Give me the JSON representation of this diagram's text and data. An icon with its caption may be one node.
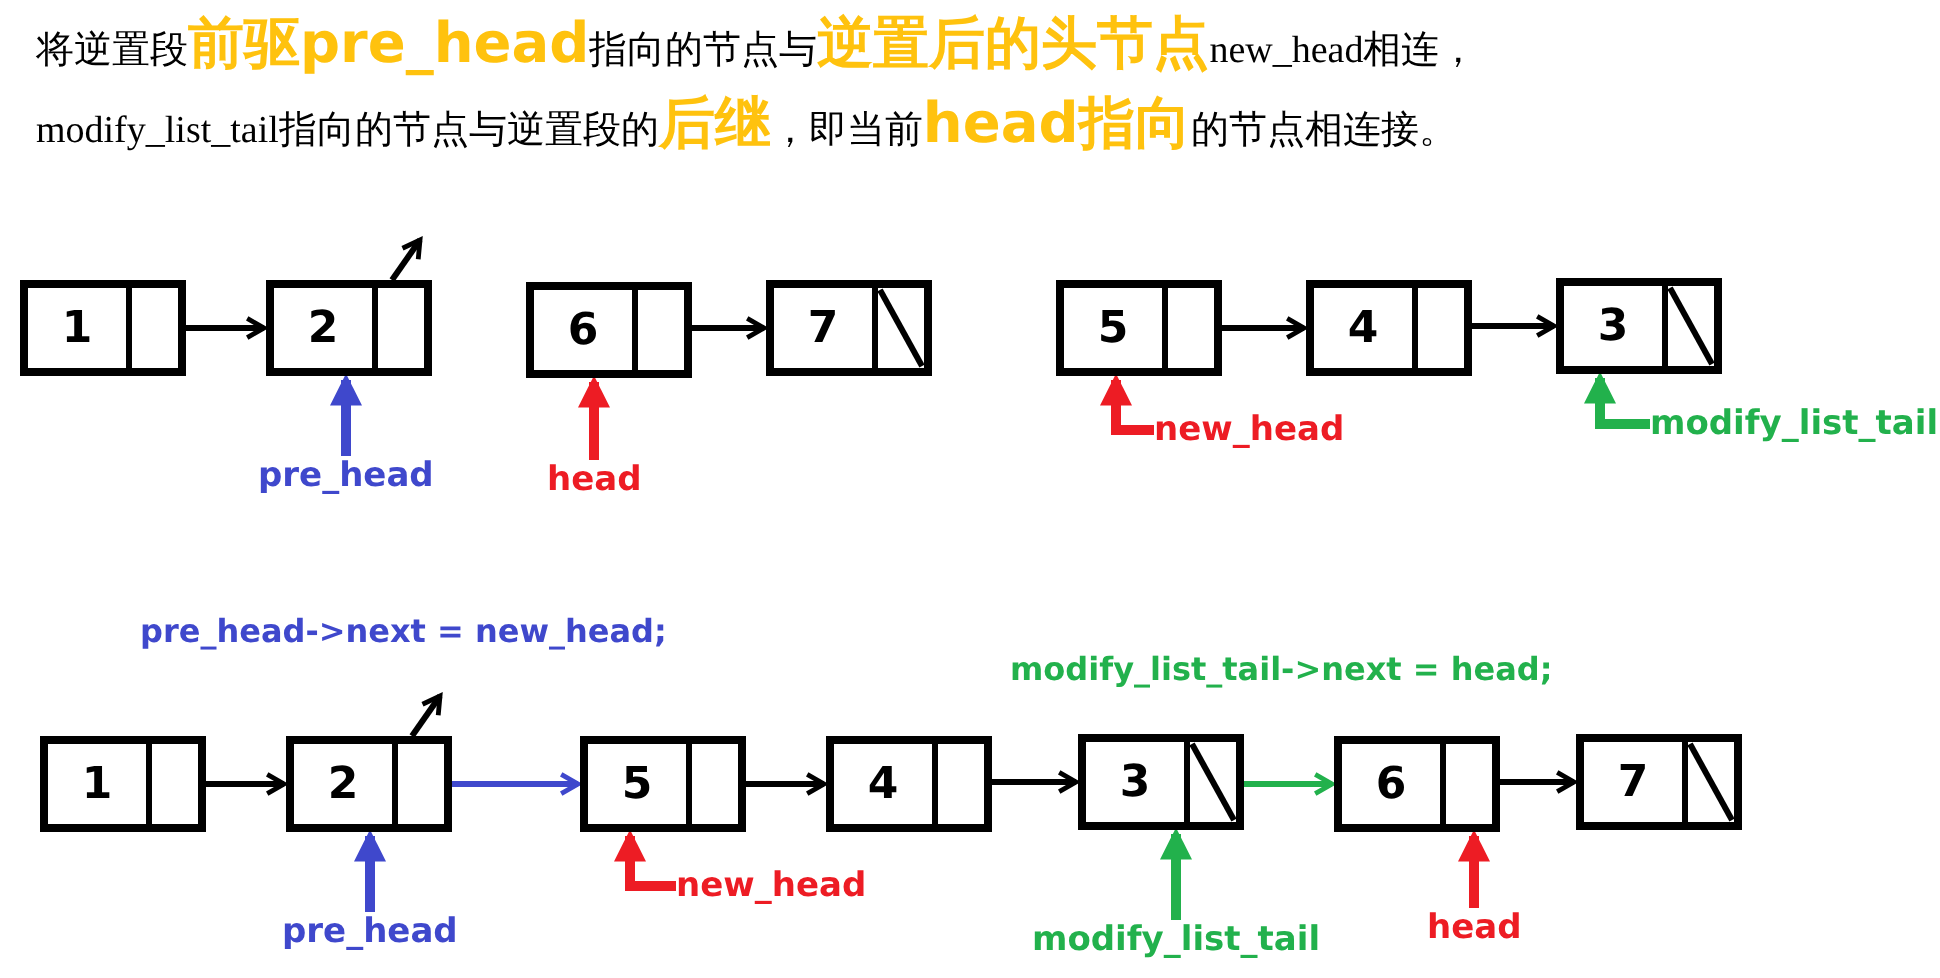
{
  "diagram": {
    "title": "将逆置段**前驱pre_head**指向的节点与**逆置后的头节点**new_head相连，modify_list_tail指向的节点与逆置段的**后继**，即当前**head指向**的节点相连接。",
    "nodes": [
      {
        "text": [
          "1"
        ]
      },
      {
        "text": [
          "2"
        ]
      },
      {
        "text": [
          "6"
        ]
      },
      {
        "text": [
          "7"
        ]
      },
      {
        "text": [
          "5"
        ]
      },
      {
        "text": [
          "4"
        ]
      },
      {
        "text": [
          "3"
        ]
      },
      {
        "text": [
          "pre_head"
        ]
      },
      {
        "text": [
          "head"
        ]
      },
      {
        "text": [
          "new_head"
        ]
      },
      {
        "text": [
          "modify_list_tail"
        ]
      },
      {
        "text": [
          "1"
        ]
      },
      {
        "text": [
          "2"
        ]
      },
      {
        "text": [
          "5"
        ]
      },
      {
        "text": [
          "4"
        ]
      },
      {
        "text": [
          "3"
        ]
      },
      {
        "text": [
          "6"
        ]
      },
      {
        "text": [
          "7"
        ]
      },
      {
        "text": [
          "pre_head"
        ]
      },
      {
        "text": [
          "new_head"
        ]
      },
      {
        "text": [
          "modify_list_tail"
        ]
      },
      {
        "text": [
          "head"
        ]
      }
    ],
    "edges": [
      {
        "from": 0,
        "to": 1,
        "arrow": "to"
      },
      {
        "from": 1,
        "to": null,
        "arrow": "to"
      },
      {
        "from": 2,
        "to": 3,
        "arrow": "to"
      },
      {
        "from": 4,
        "to": 5,
        "arrow": "to"
      },
      {
        "from": 5,
        "to": 6,
        "arrow": "to"
      },
      {
        "from": 7,
        "to": 1,
        "arrow": "to",
        "color": "#3f48cc"
      },
      {
        "from": 8,
        "to": 2,
        "arrow": "to",
        "color": "#ed1c24"
      },
      {
        "from": 9,
        "to": 4,
        "arrow": "to",
        "color": "#ed1c24"
      },
      {
        "from": 10,
        "to": 6,
        "arrow": "to",
        "color": "#22b14c"
      },
      {
        "from": 11,
        "to": 12,
        "arrow": "to"
      },
      {
        "from": 12,
        "to": null,
        "arrow": "to"
      },
      {
        "from": 12,
        "to": 13,
        "arrow": "to",
        "color": "#3f48cc"
      },
      {
        "from": 13,
        "to": 14,
        "arrow": "to"
      },
      {
        "from": 14,
        "to": 15,
        "arrow": "to"
      },
      {
        "from": 15,
        "to": 16,
        "arrow": "to",
        "color": "#22b14c"
      },
      {
        "from": 16,
        "to": 17,
        "arrow": "to"
      },
      {
        "from": 18,
        "to": 12,
        "arrow": "to",
        "color": "#3f48cc"
      },
      {
        "from": 19,
        "to": 13,
        "arrow": "to",
        "color": "#ed1c24"
      },
      {
        "from": 20,
        "to": 15,
        "arrow": "to",
        "color": "#22b14c"
      },
      {
        "from": 21,
        "to": 16,
        "arrow": "to",
        "color": "#ed1c24"
      }
    ],
    "labels": [
      "pre_head->next = new_head;",
      "modify_list_tail->next = head;"
    ]
  }
}
